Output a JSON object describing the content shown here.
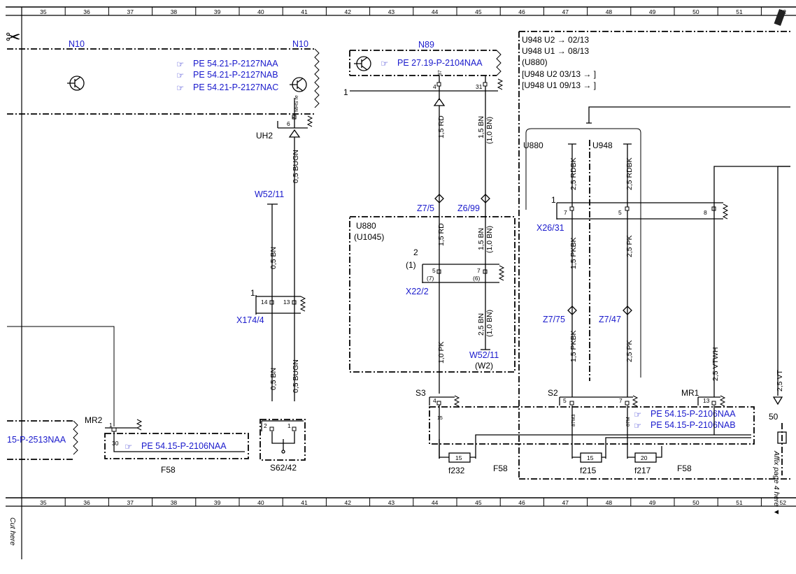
{
  "ruler": {
    "columns": [
      "35",
      "36",
      "37",
      "38",
      "39",
      "40",
      "41",
      "42",
      "43",
      "44",
      "45",
      "46",
      "47",
      "48",
      "49",
      "50",
      "51",
      "52"
    ]
  },
  "components": {
    "n10_left": "N10",
    "n10_right": "N10",
    "n89": "N89",
    "uh2": "UH2",
    "mr2": "MR2",
    "mr1": "MR1",
    "s2": "S2",
    "s3": "S3",
    "f58_a": "F58",
    "f58_b": "F58",
    "f58_c": "F58",
    "s62_42": "S62/42",
    "x174_4": "X174/4",
    "x22_2": "X22/2",
    "x26_31": "X26/31",
    "f232": "f232",
    "f215": "f215",
    "f217": "f217",
    "u880_a": "U880",
    "u1045": "(U1045)",
    "w2": "(W2)",
    "u880_b": "U880",
    "u948": "U948"
  },
  "references": {
    "n10_1": "PE 54.21-P-2127NAA",
    "n10_2": "PE 54.21-P-2127NAB",
    "n10_3": "PE 54.21-P-2127NAC",
    "n89": "PE 27.19-P-2104NAA",
    "f58_left_partial": "15-P-2513NAA",
    "f58_mid": "PE 54.15-P-2106NAA",
    "f58_right_1": "PE 54.15-P-2106NAA",
    "f58_right_2": "PE 54.15-P-2106NAB"
  },
  "connectors": {
    "w52_11_top": "W52/11",
    "w52_11_bot": "W52/11",
    "z7_5": "Z7/5",
    "z6_99": "Z6/99",
    "z7_75": "Z7/75",
    "z7_47": "Z7/47"
  },
  "wires": {
    "w_05bugn_top": "0,5 BUGN",
    "w_05bn_a": "0,5 BN",
    "w_05bn_b": "0,5 BN",
    "w_05bugn_b": "0,5 BUGN",
    "w_15rd_a": "1,5 RD",
    "w_15bn_a": "1,5 BN",
    "w_10bn_a": "(1,0 BN)",
    "w_15rd_b": "1,5 RD",
    "w_15bn_b": "1,5 BN",
    "w_10bn_b": "(1,0 BN)",
    "w_25bn": "2,5 BN",
    "w_10bn_c": "(1,0 BN)",
    "w_10pk": "1,0 PK",
    "w_25rdbk_a": "2,5 RDBK",
    "w_25rdbk_b": "2,5 RDBK",
    "w_15pkbk_a": "1,5 PKBK",
    "w_25pk_a": "2,5 PK",
    "w_15pkbk_b": "1,5 PKBK",
    "w_25pk_b": "2,5 PK",
    "w_25vtwh": "2,5 VTWH",
    "w_25vt": "2,5 VT"
  },
  "pins": {
    "p6": "6",
    "p4": "4",
    "p31": "31",
    "p5a": "5",
    "p7a": "7",
    "p7p": "(7)",
    "p6p": "(6)",
    "p14": "14",
    "p13a": "13",
    "p7b": "7",
    "p5b": "5",
    "p8": "8",
    "p4s3": "4",
    "p5s2": "5",
    "p7s2": "7",
    "p13b": "13",
    "p1mr2": "1",
    "p30": "30",
    "p2s62": "2",
    "p1s62": "1",
    "p15": "15",
    "f15a": "15",
    "f15b": "15",
    "f20": "20",
    "p50": "50",
    "t87": "87",
    "tmhs": "MHS re",
    "t87m3": "87M3",
    "t87m": "87M"
  },
  "markers": {
    "m1a": "1",
    "m1b": "1",
    "m1c": "1",
    "m2": "2",
    "m1p": "(1)"
  },
  "notes": {
    "n1": "U948  U2 → 02/13",
    "n2": "U948  U1 → 08/13",
    "n3": "(U880)",
    "n4": "[U948  U2  03/13 → ]",
    "n5": "[U948  U1  09/13 → ]"
  },
  "margin": {
    "cut_here": "Cut here",
    "affix": "Affix page 4 here ▼"
  }
}
